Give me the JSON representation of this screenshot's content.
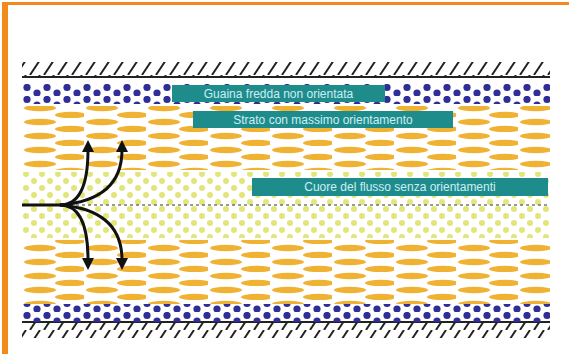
{
  "diagram": {
    "nodes": [
      {
        "text": [
          "Guaina fredda non orientata"
        ]
      },
      {
        "text": [
          "Strato con massimo orientamento"
        ]
      },
      {
        "text": [
          "Cuore del flusso senza orientamenti"
        ]
      }
    ]
  }
}
